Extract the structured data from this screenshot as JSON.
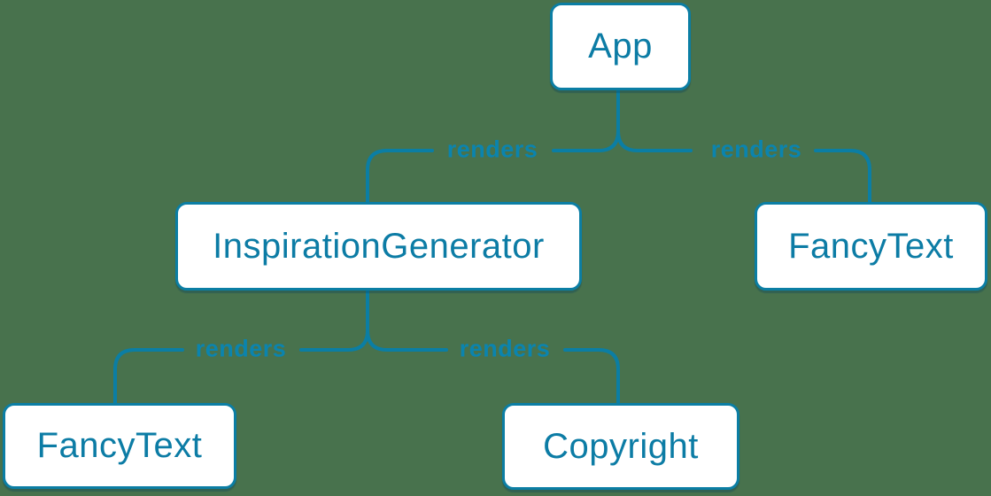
{
  "diagram": {
    "type": "component-render-tree",
    "colors": {
      "background": "#48724d",
      "edge_stroke": "#0b7ea4",
      "node_fill": "#ffffff",
      "node_border": "#0b7ea4",
      "node_text": "#0c7ca5",
      "edge_label_text": "#0b84ae"
    },
    "nodes": [
      {
        "id": "app",
        "label": "App"
      },
      {
        "id": "inspiration-generator",
        "label": "InspirationGenerator"
      },
      {
        "id": "fancy-text-top",
        "label": "FancyText"
      },
      {
        "id": "fancy-text-bottom",
        "label": "FancyText"
      },
      {
        "id": "copyright",
        "label": "Copyright"
      }
    ],
    "edges": [
      {
        "from": "App",
        "to": "InspirationGenerator",
        "label": "renders"
      },
      {
        "from": "App",
        "to": "FancyText",
        "label": "renders"
      },
      {
        "from": "InspirationGenerator",
        "to": "FancyText",
        "label": "renders"
      },
      {
        "from": "InspirationGenerator",
        "to": "Copyright",
        "label": "renders"
      }
    ]
  }
}
